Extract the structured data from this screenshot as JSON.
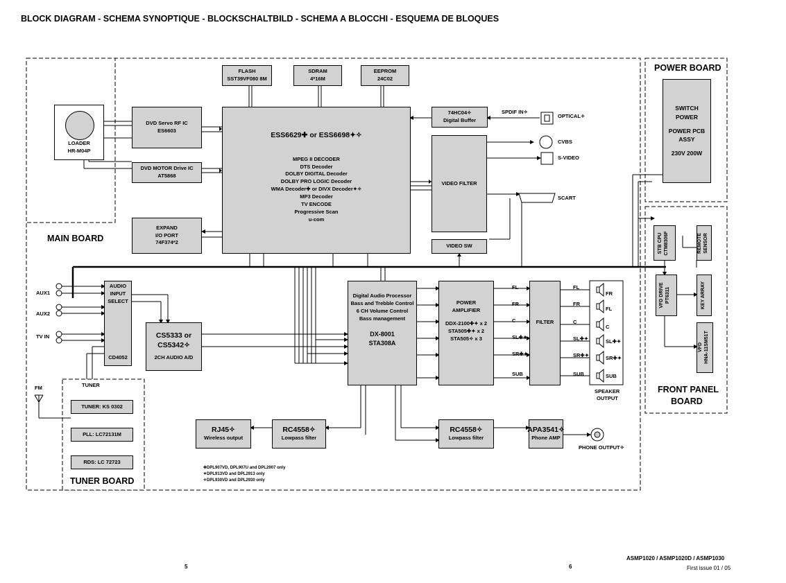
{
  "header": "BLOCK DIAGRAM - SCHEMA SYNOPTIQUE - BLOCKSCHALTBILD - SCHEMA A BLOCCHI - ESQUEMA DE BLOQUES",
  "boards": {
    "main": "MAIN BOARD",
    "power": "POWER BOARD",
    "front_panel": [
      "FRONT PANEL",
      "BOARD"
    ],
    "tuner": "TUNER BOARD"
  },
  "blocks": {
    "flash": [
      "FLASH",
      "SST39VF080 8M"
    ],
    "sdram": [
      "SDRAM",
      "4*16M"
    ],
    "eeprom": [
      "EEPROM",
      "24C02"
    ],
    "loader": [
      "LOADER",
      "HR-M04P"
    ],
    "dvd_servo": [
      "DVD Servo RF IC",
      "ES6603"
    ],
    "dvd_motor": [
      "DVD MOTOR Drive IC",
      "AT5868"
    ],
    "expand": [
      "EXPAND",
      "I/O PORT",
      "74F374*2"
    ],
    "ess_title": "ESS6629✚ or ESS6698✦✧",
    "ess_lines": [
      "MPEG II DECODER",
      "DTS Decoder",
      "DOLBY DIGITAL Decoder",
      "DOLBY PRO LOGIC Decoder",
      "WMA Decoder✚ or DIVX Decoder✦✧",
      "MP3 Decoder",
      "TV ENCODE",
      "Progressive Scan",
      "u-com"
    ],
    "digital_buffer": [
      "74HC04✧",
      "Digital Buffer"
    ],
    "video_filter": "VIDEO FILTER",
    "video_sw": "VIDEO SW",
    "switch_power": [
      "SWITCH",
      "POWER",
      "",
      "POWER PCB",
      "ASSY",
      "",
      "230V 200W"
    ],
    "audio_input": [
      "AUDIO",
      "INPUT",
      "SELECT"
    ],
    "cd4052": "CD4052",
    "cs5333_title": [
      "CS5333 or",
      "CS5342✧"
    ],
    "cs5333_sub": "2CH AUDIO A/D",
    "dap_lines": [
      "Digital Audio Processor",
      "Bass and Trebble Control",
      "6 CH Volume Control",
      "Bass management"
    ],
    "dap_chip": [
      "DX-8001",
      "STA308A"
    ],
    "power_amp_title": [
      "POWER",
      "AMPLIFIER"
    ],
    "power_amp_lines": [
      "DDX-2100✚✦ x 2",
      "STA505✚✦ x 2",
      "STA505✧ x 3"
    ],
    "filter": "FILTER",
    "rj45": [
      "RJ45✧",
      "Wireless output"
    ],
    "rc4558_a": [
      "RC4558✧",
      "Lowpass filter"
    ],
    "rc4558_b": [
      "RC4558✧",
      "Lowpass filter"
    ],
    "apa3541": [
      "APA3541✧",
      "Phone AMP"
    ],
    "tuner_ks": "TUNER: KS 0302",
    "pll": "PLL: LC72131M",
    "rds": "RDS: LC 72723",
    "stb_cpu": [
      "STB CPU",
      "CTM8306F"
    ],
    "remote": [
      "REMOTE",
      "SENSOR"
    ],
    "vfd_drive": [
      "VFD DRIVE",
      "PT6311"
    ],
    "key_array": "KEY ARRAY",
    "vfd": [
      "VFD",
      "HNA-11SM51T"
    ]
  },
  "labels": {
    "spdif_in": "SPDIF IN✧",
    "optical": "OPTICAL✧",
    "cvbs": "CVBS",
    "svideo": "S-VIDEO",
    "scart": "SCART",
    "aux1": "AUX1",
    "aux2": "AUX2",
    "tv_in": "TV IN",
    "tuner": "TUNER",
    "fm": "FM",
    "channels_in": [
      "FL",
      "FR",
      "C",
      "SL✚✦",
      "SR✚✦",
      "SUB"
    ],
    "channels_out": [
      "FL",
      "FR",
      "C",
      "SL✚✦",
      "SR✚✦",
      "SUB"
    ],
    "spk": [
      "FR",
      "FL",
      "C",
      "SL✚✦",
      "SR✚✦",
      "SUB"
    ],
    "speaker_output": [
      "SPEAKER",
      "OUTPUT"
    ],
    "phone_output": "PHONE OUTPUT✧"
  },
  "notes": [
    "✚DPL907VD, DPL907U and DPL2907 only",
    "✦DPL913VD and DPL2913 only",
    "✧DPL930VD and DPL2930 only"
  ],
  "footer": {
    "page_left": "5",
    "page_right": "6",
    "models": "ASMP1020 / ASMP1020D / ASMP1030",
    "issue": "First issue 01 / 05"
  }
}
